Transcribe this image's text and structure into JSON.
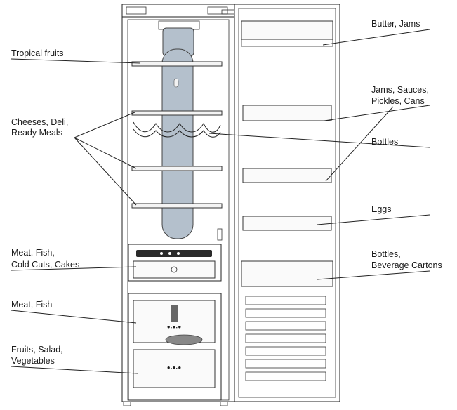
{
  "labels": {
    "tropical_fruits": "Tropical fruits",
    "cheeses_line1": "Cheeses, Deli,",
    "cheeses_line2": "Ready Meals",
    "meat_fish_cold_line1": "Meat, Fish,",
    "meat_fish_cold_line2": "Cold Cuts, Cakes",
    "meat_fish": "Meat, Fish",
    "fruits_line1": "Fruits, Salad,",
    "fruits_line2": "Vegetables",
    "butter_jams": "Butter, Jams",
    "jams_line1": "Jams, Sauces,",
    "jams_line2": "Pickles, Cans",
    "bottles": "Bottles",
    "eggs": "Eggs",
    "bottles_cartons_line1": "Bottles,",
    "bottles_cartons_line2": "Beverage Cartons"
  },
  "drawer_marks": {
    "top_drawer": "•∙•∙•",
    "bottom_drawer": "•∙•∙•"
  },
  "colors": {
    "line": "#222222",
    "duct_fill": "#b4c0cc",
    "background": "#ffffff"
  }
}
